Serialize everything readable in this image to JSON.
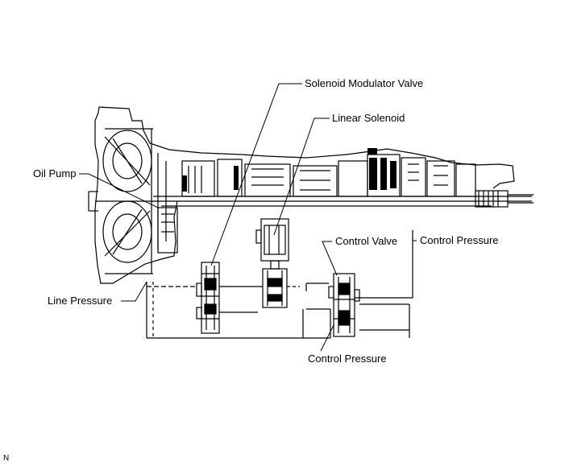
{
  "labels": {
    "solenoid_modulator_valve": "Solenoid Modulator Valve",
    "linear_solenoid": "Linear Solenoid",
    "oil_pump": "Oil Pump",
    "control_valve": "Control Valve",
    "control_pressure_right": "Control Pressure",
    "line_pressure": "Line Pressure",
    "control_pressure_bottom": "Control Pressure"
  },
  "figure_code": "N",
  "colors": {
    "line": "#000000",
    "background": "#ffffff"
  }
}
